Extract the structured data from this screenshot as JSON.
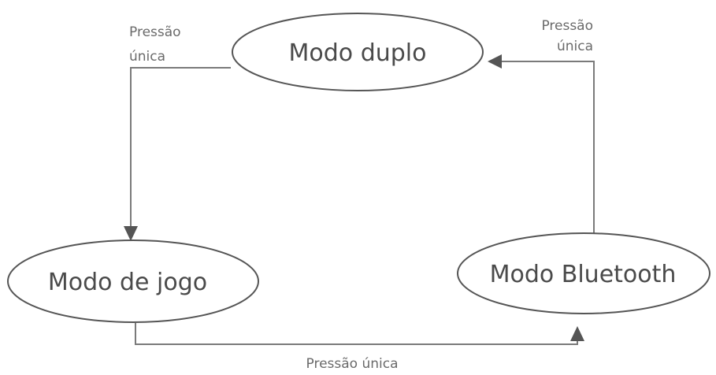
{
  "nodes": {
    "dual_mode": {
      "label": "Modo duplo"
    },
    "game_mode": {
      "label": "Modo de jogo"
    },
    "bluetooth_mode": {
      "label": "Modo Bluetooth"
    }
  },
  "edges": {
    "dual_to_game": {
      "label_line1": "Pressão",
      "label_line2": "única"
    },
    "game_to_bluetooth": {
      "label": "Pressão única"
    },
    "bluetooth_to_dual": {
      "label_line1": "Pressão",
      "label_line2": "única"
    }
  },
  "colors": {
    "stroke": "#555555",
    "line": "#7a7a7a",
    "text": "#4a4a4a",
    "label_text": "#6a6a6a"
  }
}
